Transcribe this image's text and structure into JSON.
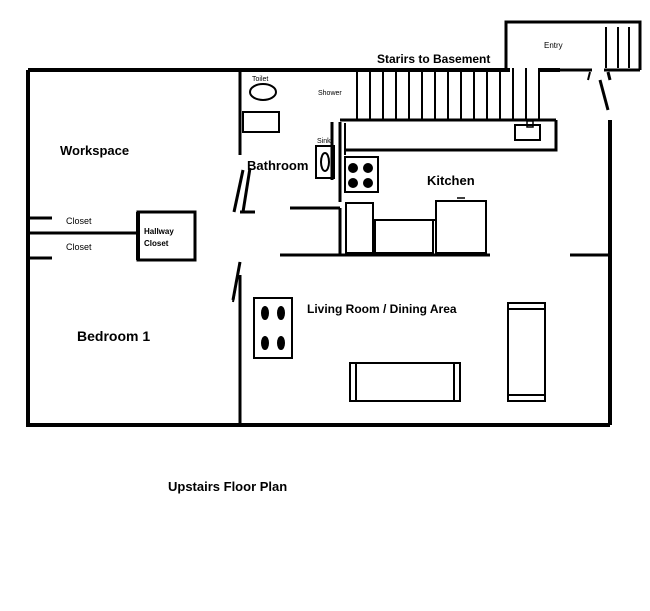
{
  "diagram": {
    "title": "Upstairs Floor Plan",
    "rooms": {
      "workspace": "Workspace",
      "bedroom": "Bedroom 1",
      "bathroom": "Bathroom",
      "kitchen": "Kitchen",
      "living": "Living Room /  Dining Area",
      "stairs": "Starirs to Basement",
      "entry": "Entry",
      "closet_upper": "Closet",
      "closet_lower": "Closet",
      "hallway_closet_line1": "Hallway",
      "hallway_closet_line2": "Closet"
    },
    "fixtures": {
      "toilet": "Toilet",
      "shower": "Shower",
      "sink": "Sink"
    }
  }
}
